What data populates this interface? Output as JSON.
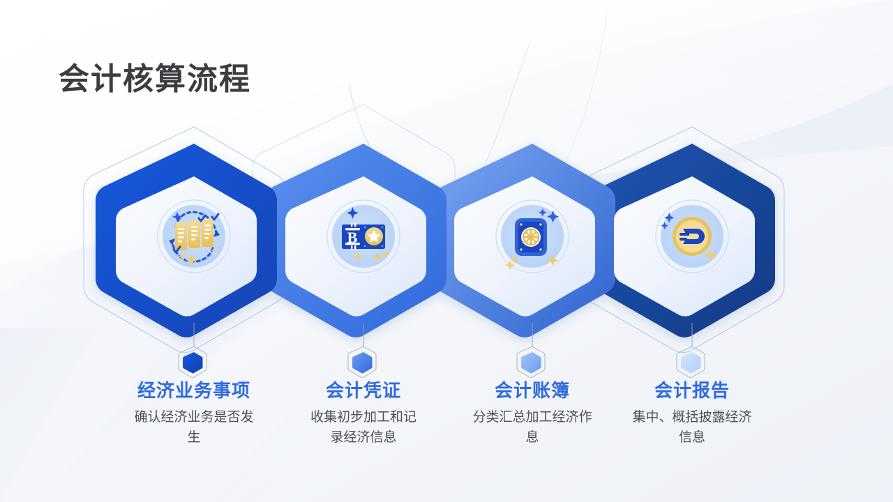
{
  "page": {
    "title": "会计核算流程",
    "background_color": "#f4f6fa",
    "accent_color": "#2f6bdf"
  },
  "flow": {
    "steps": [
      {
        "index": "1",
        "label": "经济业务事项",
        "description": "确认经济业务是否发生",
        "icon": "documents-checklist-icon",
        "hex_color": "#1452d4",
        "hex_color_dark": "#1246bc",
        "marker_color": "#1452d4"
      },
      {
        "index": "2",
        "label": "会计凭证",
        "description": "收集初步加工和记录经济信息",
        "icon": "banknote-bitcoin-icon",
        "hex_color": "#4a82ea",
        "hex_color_dark": "#3169dd",
        "marker_color": "#4a82ea"
      },
      {
        "index": "3",
        "label": "会计账簿",
        "description": "分类汇总加工经济作息",
        "icon": "safe-vault-icon",
        "hex_color": "#6c9bf0",
        "hex_color_dark": "#3f77e4",
        "marker_color": "#82aaf2"
      },
      {
        "index": "4",
        "label": "会计报告",
        "description": "集中、概括披露经济信息",
        "icon": "dash-coin-icon",
        "hex_color": "#1a4aa0",
        "hex_color_dark": "#143c88",
        "marker_color": "#bcd5f8"
      }
    ]
  },
  "colors": {
    "gold": "#edc45f",
    "gold_light": "#f5d98c",
    "deep_blue": "#17419b",
    "icon_circle": "#bcd5f8",
    "icon_circle_ring": "#cfe0fa",
    "title_text": "#3b3d40",
    "desc_text": "#4c4f53"
  }
}
